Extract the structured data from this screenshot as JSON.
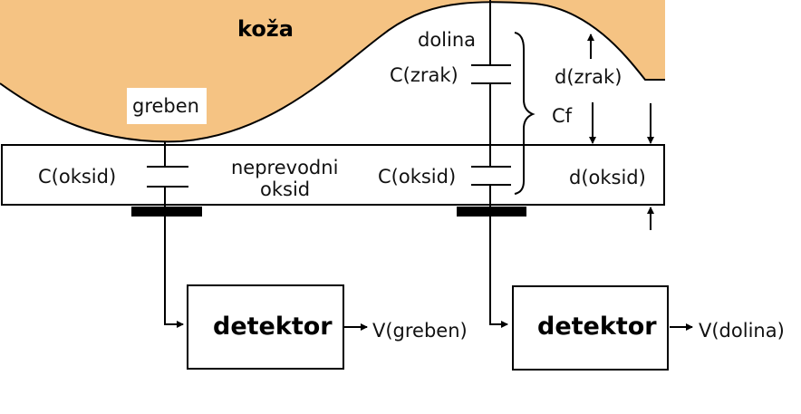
{
  "skin": {
    "label": "koža",
    "color": "#f5c383"
  },
  "labels": {
    "ridge": "greben",
    "valley": "dolina",
    "c_air": "C(zrak)",
    "d_air": "d(zrak)",
    "cf": "Cf",
    "c_oxide_left": "C(oksid)",
    "c_oxide_right": "C(oksid)",
    "oxide_line1": "neprevodni",
    "oxide_line2": "oksid",
    "d_oxide": "d(oksid)"
  },
  "detectors": [
    {
      "label": "detektor",
      "output": "V(greben)"
    },
    {
      "label": "detektor",
      "output": "V(dolina)"
    }
  ]
}
